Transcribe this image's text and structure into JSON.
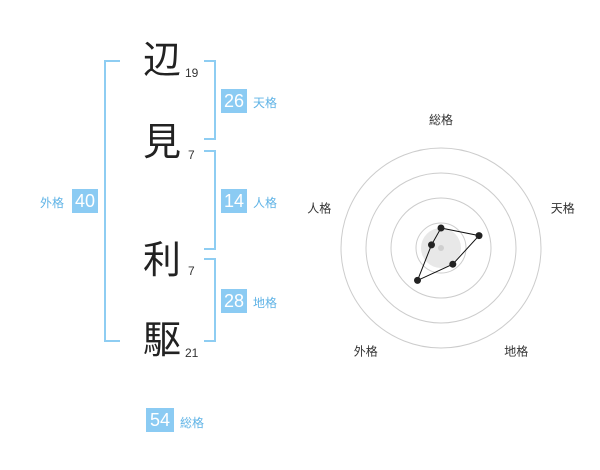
{
  "name": {
    "characters": [
      {
        "char": "辺",
        "strokes": "19"
      },
      {
        "char": "見",
        "strokes": "7"
      },
      {
        "char": "利",
        "strokes": "7"
      },
      {
        "char": "駆",
        "strokes": "21"
      }
    ]
  },
  "fortunes": {
    "tenkaku": {
      "value": "26",
      "label": "天格"
    },
    "jinkaku": {
      "value": "14",
      "label": "人格"
    },
    "chikaku": {
      "value": "28",
      "label": "地格"
    },
    "gaikaku": {
      "value": "40",
      "label": "外格"
    },
    "soukaku": {
      "value": "54",
      "label": "総格"
    }
  },
  "chart_data": {
    "type": "radar",
    "axes": [
      "総格",
      "天格",
      "地格",
      "外格",
      "人格"
    ],
    "values": [
      0.2,
      0.4,
      0.2,
      0.4,
      0.1
    ],
    "rings": 4,
    "colors": {
      "ring": "#cccccc",
      "polygon": "#111111",
      "center_fill": "#e8e8e8",
      "point": "#222222"
    }
  },
  "colors": {
    "accent": "#8bcbf3",
    "bracket": "#8ecdf2",
    "tag_text": "#5fb3e6"
  }
}
